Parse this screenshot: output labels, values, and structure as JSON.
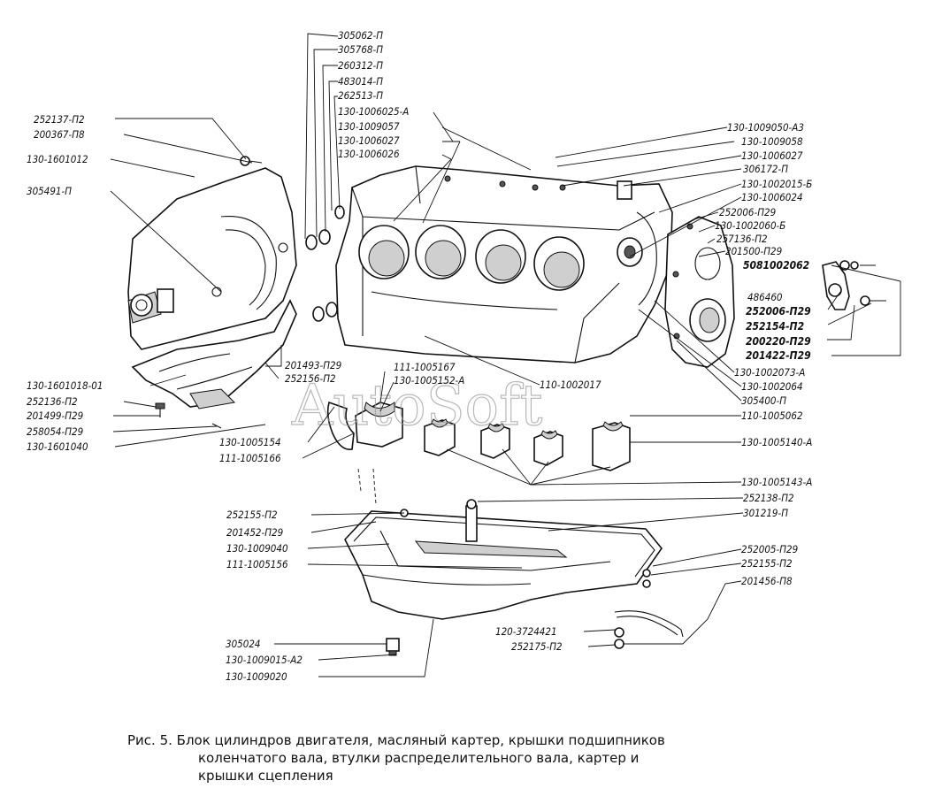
{
  "watermark": "AutoSoft",
  "caption": {
    "line1": "Рис. 5. Блок цилиндров двигателя, масляный картер, крышки подшипников",
    "line2": "коленчатого вала, втулки распределительного вала, картер и",
    "line3": "крышки сцепления"
  },
  "parts": {
    "p305062": "305062-П",
    "p305768": "305768-П",
    "p260312": "260312-П",
    "p483014": "483014-П",
    "p262513": "262513-П",
    "p1301006025": "130-1006025-А",
    "p1301009057": "130-1009057",
    "p1301006027a": "130-1006027",
    "p1301006026": "130-1006026",
    "p252137": "252137-П2",
    "p200367": "200367-П8",
    "p1301601012": "130-1601012",
    "p305491": "305491-П",
    "p1301009050": "130-1009050-А3",
    "p1301009058": "130-1009058",
    "p1301006027b": "130-1006027",
    "p306172": "306172-П",
    "p1301002015": "130-1002015-Б",
    "p1301006024": "130-1006024",
    "p252006a": "252006-П29",
    "p1301002060": "130-1002060-Б",
    "p257136": "257136-П2",
    "p201500": "201500-П29",
    "p5081002062": "5081002062",
    "p486460": "486460",
    "p252006b": "252006-П29",
    "p252154": "252154-П2",
    "p200220": "200220-П29",
    "p201422": "201422-П29",
    "p1301002073": "130-1002073-А",
    "p1301002064": "130-1002064",
    "p305400": "305400-П",
    "p1101005062": "110-1005062",
    "p1301005140": "130-1005140-А",
    "p1101002017": "110-1002017",
    "p1301601018": "130-1601018-01",
    "p201493": "201493-П29",
    "p252156": "252156-П2",
    "p1111005167": "111-1005167",
    "p1301005152": "130-1005152-А",
    "p252136": "252136-П2",
    "p201499": "201499-П29",
    "p258054": "258054-П29",
    "p1301601040": "130-1601040",
    "p1301005154": "130-1005154",
    "p1111005166": "111-1005166",
    "p1301005143": "130-1005143-А",
    "p252138": "252138-П2",
    "p301219": "301219-П",
    "p252155a": "252155-П2",
    "p201452": "201452-П29",
    "p1301009040": "130-1009040",
    "p1111005156": "111-1005156",
    "p252005": "252005-П29",
    "p252155b": "252155-П2",
    "p201456": "201456-П8",
    "p1203724421": "120-3724421",
    "p252175": "252175-П2",
    "p305024": "305024",
    "p1301009015": "130-1009015-А2",
    "p1301009020": "130-1009020"
  }
}
